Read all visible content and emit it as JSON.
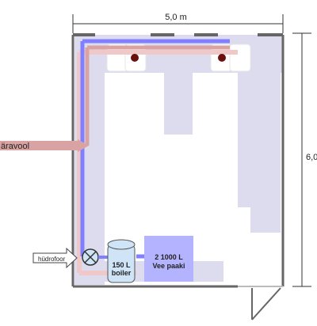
{
  "dimensions": {
    "width": "5,0 m",
    "height": "6,0"
  },
  "labels": {
    "drain": "äravool",
    "hydrophore": "hüdrofoor",
    "boiler_volume": "150 L",
    "boiler_name": "boiler",
    "tank_volume": "2 1000 L",
    "tank_name": "Vee paaki"
  },
  "colors": {
    "cold_water_pipe": "#7f7fff",
    "hot_water_pipe": "#f0c8c8",
    "drain_pipe": "#d9a3a3",
    "floor_fixture": "#dcdcee",
    "wall": "#666666",
    "tank": "#b3b3ff",
    "boiler": "#cfe4f7",
    "radiator_valve": "#6b0f0f"
  }
}
